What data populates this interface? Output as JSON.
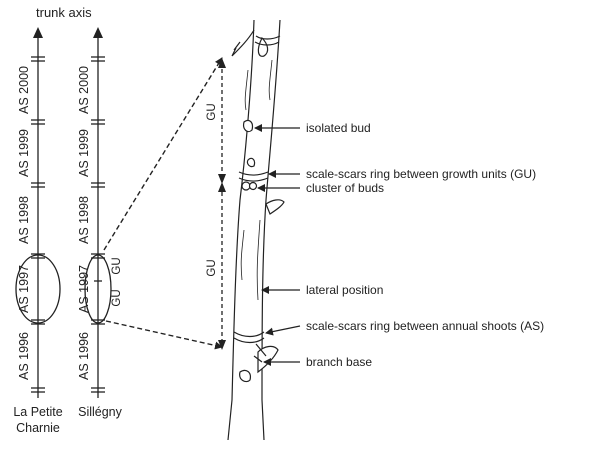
{
  "axis_title": "trunk axis",
  "sites": {
    "petite_charnie": {
      "line1": "La Petite",
      "line2": "Charnie"
    },
    "sillegny": "Sillégny"
  },
  "annual_shoots": {
    "as2000": "AS 2000",
    "as1999": "AS 1999",
    "as1998": "AS 1998",
    "as1997": "AS 1997",
    "as1996": "AS 1996"
  },
  "gu": "GU",
  "annotations": {
    "isolated_bud": "isolated bud",
    "gu_ring": "scale-scars ring between growth units (GU)",
    "cluster_buds": "cluster of buds",
    "lateral_position": "lateral position",
    "as_ring": "scale-scars ring between annual shoots (AS)",
    "branch_base": "branch base"
  },
  "colors": {
    "ink": "#222222",
    "branch_fill": "#ffffff"
  }
}
